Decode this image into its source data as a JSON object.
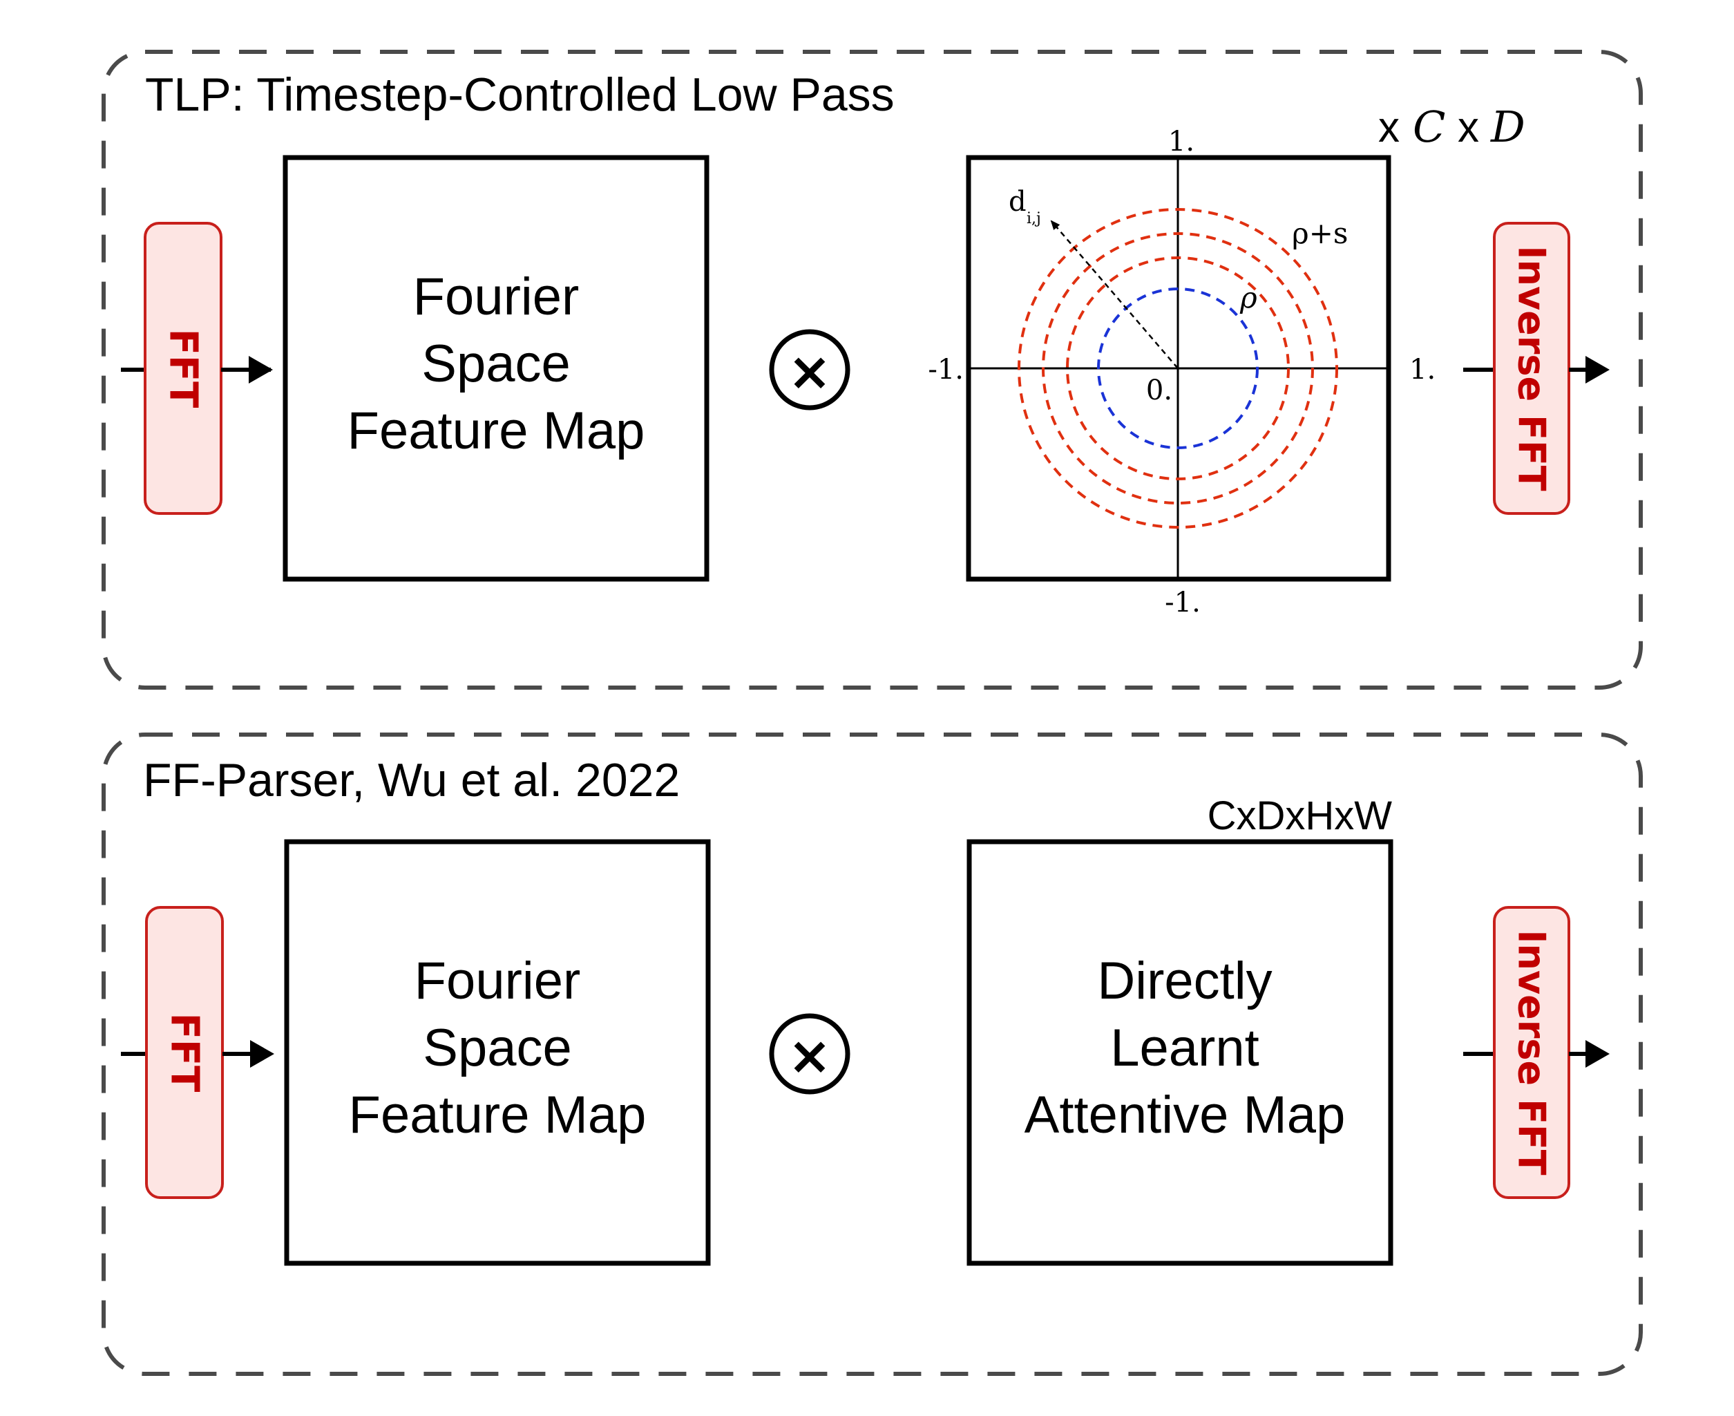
{
  "panels": {
    "tlp": {
      "title": "TLP: Timestep-Controlled Low Pass",
      "fft_label": "FFT",
      "feature_map": [
        "Fourier",
        "Space",
        "Feature Map"
      ],
      "multiply_symbol": "×",
      "dims": {
        "x1": "x",
        "c": "C",
        "x2": "x",
        "d": "D"
      },
      "plot": {
        "top_tick": "1.",
        "right_tick": "1.",
        "left_tick": "-1.",
        "bottom_tick": "-1.",
        "origin": "0.",
        "d_label": "d",
        "d_subscript": "i,j",
        "rho_label": "ρ",
        "rho_s_label": "ρ+s"
      },
      "inverse_fft_label": "Inverse FFT"
    },
    "ffparser": {
      "title": "FF-Parser, Wu et al. 2022",
      "fft_label": "FFT",
      "feature_map": [
        "Fourier",
        "Space",
        "Feature Map"
      ],
      "multiply_symbol": "×",
      "dims": "CxDxHxW",
      "attentive_map": [
        "Directly",
        "Learnt",
        "Attentive Map"
      ],
      "inverse_fft_label": "Inverse FFT"
    }
  },
  "colors": {
    "fft_fill": "#fde5e3",
    "fft_stroke": "#c8201c",
    "fft_text": "#c00000",
    "dashed_border": "#4a4a4a",
    "low_pass_circle": "#1a33d6",
    "ring_circles": "#e03010"
  }
}
